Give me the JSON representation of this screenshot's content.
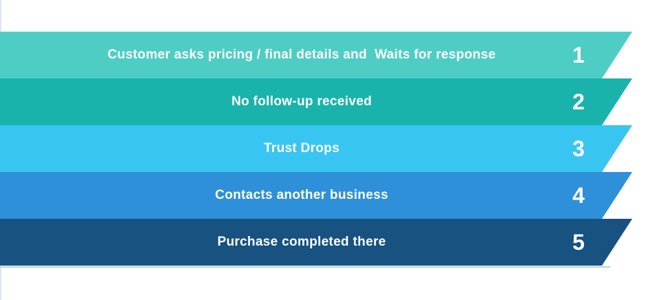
{
  "diagram": {
    "kind": "stepped-banner-process",
    "background_color": "#ffffff",
    "text_color": "#ffffff",
    "accents": {
      "left_edge_line_color": "#d8e7f5",
      "bottom_edge_line_color": "#b3d2ec"
    },
    "steps": [
      {
        "number": "1",
        "label": "Customer asks pricing / final details and  Waits for response",
        "color": "#4ecdc5"
      },
      {
        "number": "2",
        "label": "No follow-up received",
        "color": "#1ab3ac"
      },
      {
        "number": "3",
        "label": "Trust Drops",
        "color": "#38c5f2"
      },
      {
        "number": "4",
        "label": "Contacts another business",
        "color": "#2e90d8"
      },
      {
        "number": "5",
        "label": "Purchase completed there",
        "color": "#175280"
      }
    ]
  }
}
